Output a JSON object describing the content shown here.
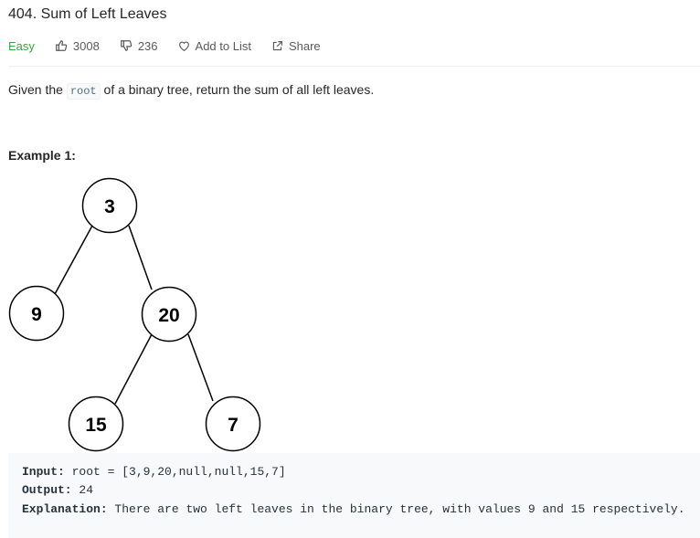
{
  "problem": {
    "title": "404. Sum of Left Leaves",
    "difficulty": "Easy",
    "likes": "3008",
    "dislikes": "236",
    "add_to_list": "Add to List",
    "share": "Share"
  },
  "description": {
    "prefix": "Given the ",
    "code": "root",
    "suffix": " of a binary tree, return the sum of all left leaves."
  },
  "example": {
    "heading": "Example 1:",
    "tree_nodes": [
      "3",
      "9",
      "20",
      "15",
      "7"
    ],
    "input_label": "Input:",
    "input_value": " root = [3,9,20,null,null,15,7]",
    "output_label": "Output:",
    "output_value": " 24",
    "explanation_label": "Explanation:",
    "explanation_value": " There are two left leaves in the binary tree, with values 9 and 15 respectively."
  },
  "colors": {
    "difficulty_easy": "#43a047",
    "meta_text": "#595959",
    "example_bg": "#f7f9fa"
  },
  "icons": [
    "thumbs-up-icon",
    "thumbs-down-icon",
    "heart-icon",
    "share-icon"
  ]
}
